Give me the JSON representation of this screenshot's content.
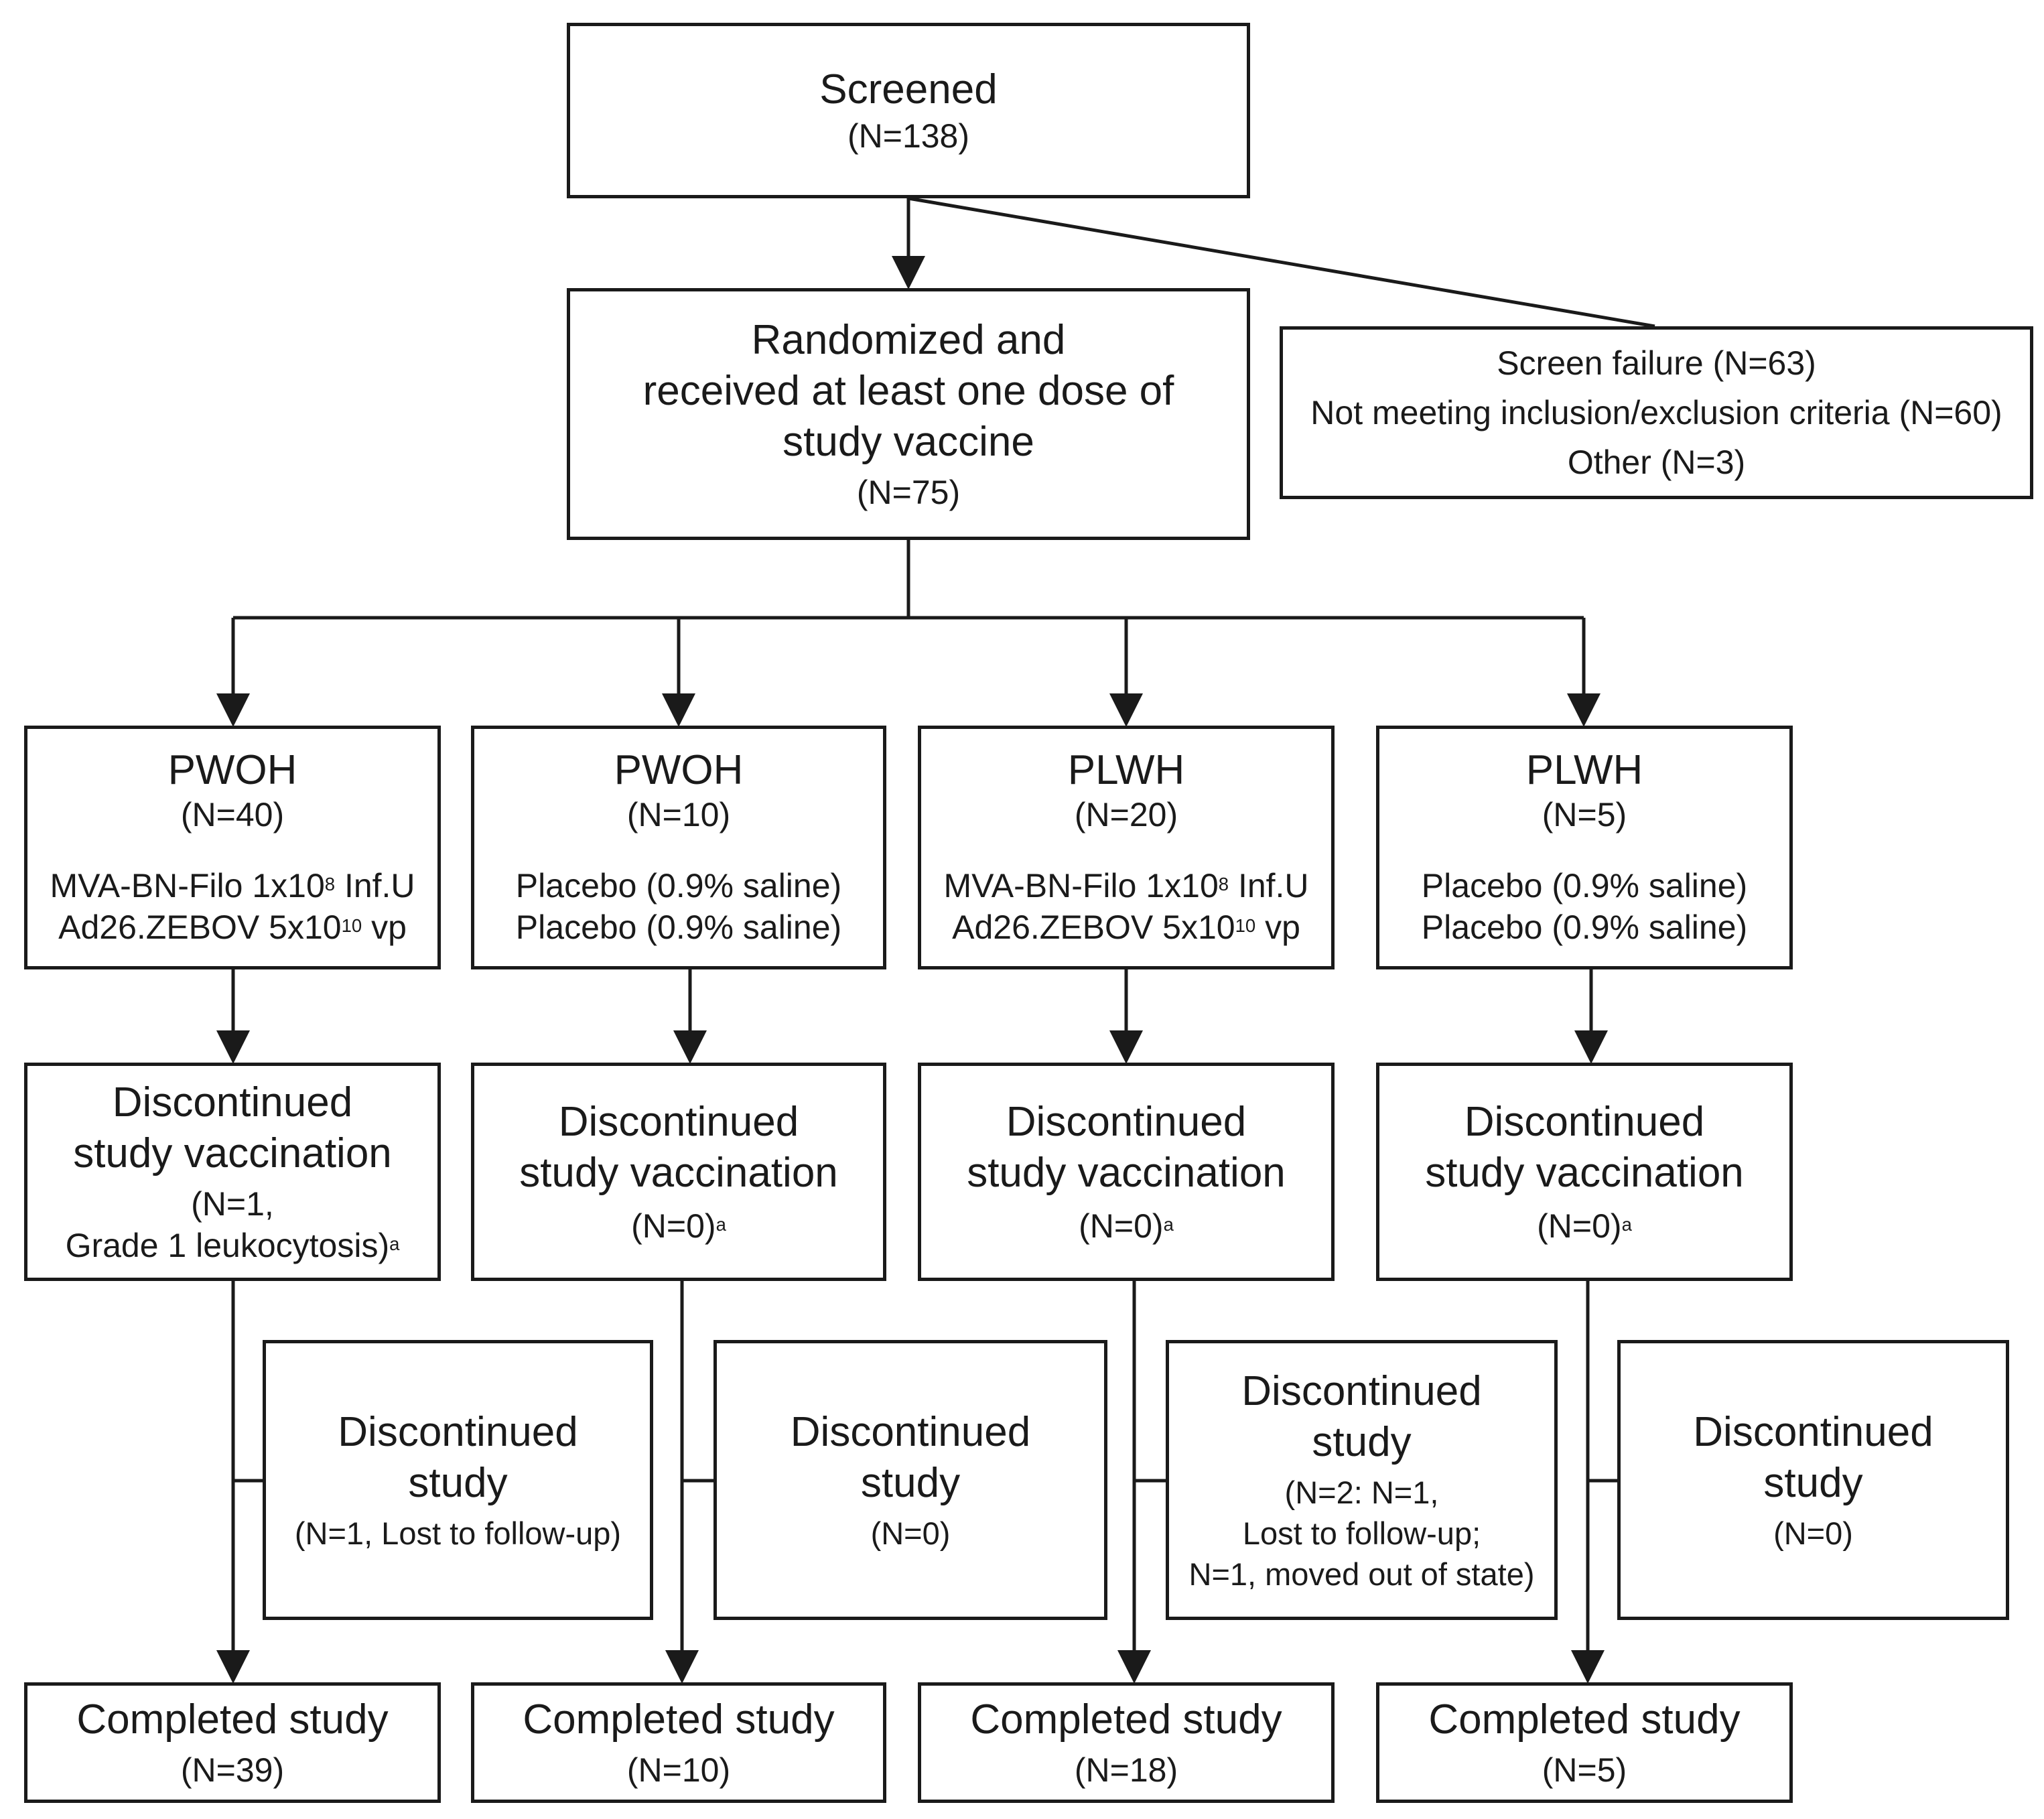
{
  "screened": {
    "title": "Screened",
    "n": "(N=138)"
  },
  "randomized": {
    "line1": "Randomized and",
    "line2": "received at least one dose of",
    "line3": "study vaccine",
    "n": "(N=75)"
  },
  "screen_failure": {
    "line1": "Screen failure (N=63)",
    "line2": "Not meeting inclusion/exclusion criteria (N=60)",
    "line3": "Other (N=3)"
  },
  "arms": [
    {
      "group": "PWOH",
      "n": "(N=40)",
      "vaccine1": {
        "base": "MVA-BN-Filo 1x10",
        "exp": "8",
        "suffix": " Inf.U"
      },
      "vaccine2": {
        "base": "Ad26.ZEBOV 5x10",
        "exp": "10",
        "suffix": " vp"
      }
    },
    {
      "group": "PWOH",
      "n": "(N=10)",
      "placebo1": "Placebo (0.9% saline)",
      "placebo2": "Placebo (0.9% saline)"
    },
    {
      "group": "PLWH",
      "n": "(N=20)",
      "vaccine1": {
        "base": "MVA-BN-Filo 1x10",
        "exp": "8",
        "suffix": " Inf.U"
      },
      "vaccine2": {
        "base": "Ad26.ZEBOV 5x10",
        "exp": "10",
        "suffix": " vp"
      }
    },
    {
      "group": "PLWH",
      "n": "(N=5)",
      "placebo1": "Placebo (0.9% saline)",
      "placebo2": "Placebo (0.9% saline)"
    }
  ],
  "discontinued_vaccination": [
    {
      "line1": "Discontinued",
      "line2": "study vaccination",
      "n1": "(N=1,",
      "n2": "Grade 1 leukocytosis)",
      "footnote": "a"
    },
    {
      "line1": "Discontinued",
      "line2": "study vaccination",
      "n": "(N=0)",
      "footnote": "a"
    },
    {
      "line1": "Discontinued",
      "line2": "study vaccination",
      "n": "(N=0)",
      "footnote": "a"
    },
    {
      "line1": "Discontinued",
      "line2": "study vaccination",
      "n": "(N=0)",
      "footnote": "a"
    }
  ],
  "discontinued_study": [
    {
      "line1": "Discontinued",
      "line2": "study",
      "detail": [
        "(N=1, Lost to follow-up)"
      ]
    },
    {
      "line1": "Discontinued",
      "line2": "study",
      "detail": [
        "(N=0)"
      ]
    },
    {
      "line1": "Discontinued",
      "line2": "study",
      "detail": [
        "(N=2: N=1,",
        "Lost to follow-up;",
        "N=1, moved out of state)"
      ]
    },
    {
      "line1": "Discontinued",
      "line2": "study",
      "detail": [
        "(N=0)"
      ]
    }
  ],
  "completed": [
    {
      "label": "Completed study",
      "n": "(N=39)"
    },
    {
      "label": "Completed study",
      "n": "(N=10)"
    },
    {
      "label": "Completed study",
      "n": "(N=18)"
    },
    {
      "label": "Completed study",
      "n": "(N=5)"
    }
  ]
}
